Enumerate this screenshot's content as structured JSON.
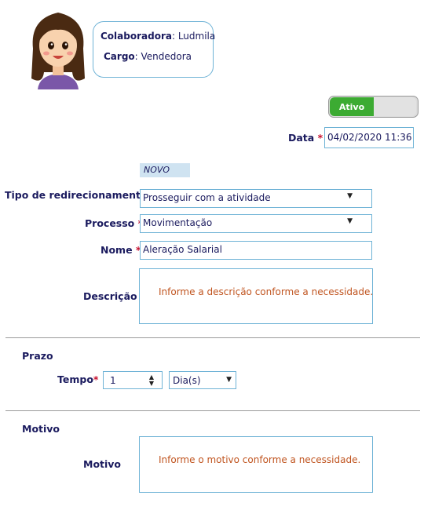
{
  "profile": {
    "colaboradora_label": "Colaboradora",
    "colaboradora_value": ": Ludmila",
    "cargo_label": "Cargo",
    "cargo_value": ": Vendedora"
  },
  "status_toggle": {
    "label": "Ativo",
    "state": "on"
  },
  "date": {
    "label": "Data",
    "value": "04/02/2020  11:36"
  },
  "badge": "NOVO",
  "form": {
    "tipo_label": "Tipo de redirecionamento",
    "tipo_value": "Prosseguir com a atividade",
    "processo_label": "Processo",
    "processo_value": "Movimentação",
    "nome_label": "Nome",
    "nome_value": "Aleração Salarial",
    "descricao_label": "Descrição",
    "descricao_placeholder": "Informe a descrição conforme a necessidade."
  },
  "prazo": {
    "section_title": "Prazo",
    "tempo_label": "Tempo",
    "tempo_value": "1",
    "unit_value": "Dia(s)"
  },
  "motivo": {
    "section_title": "Motivo",
    "label": "Motivo",
    "placeholder": "Informe o motivo conforme a necessidade."
  },
  "required_mark": "*",
  "colors": {
    "accent": "#6fb3d6",
    "toggle_on": "#3cab32",
    "required": "#c8102e",
    "placeholder": "#c0541f",
    "text": "#1a1a5e"
  }
}
